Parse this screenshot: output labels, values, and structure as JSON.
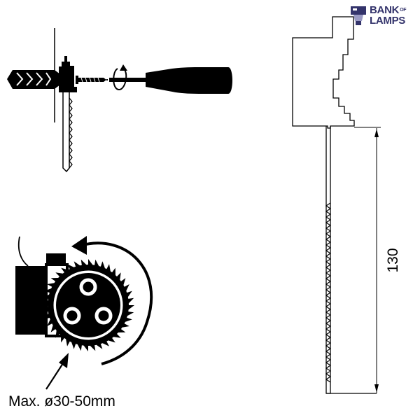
{
  "brand": {
    "line1": "BANK",
    "of": "OF",
    "line2": "LAMPS",
    "color": "#33336b"
  },
  "dimension": {
    "value": "130"
  },
  "caption": {
    "text": "Max. ø30-50mm"
  },
  "colors": {
    "ink": "#000000",
    "paper": "#ffffff"
  }
}
